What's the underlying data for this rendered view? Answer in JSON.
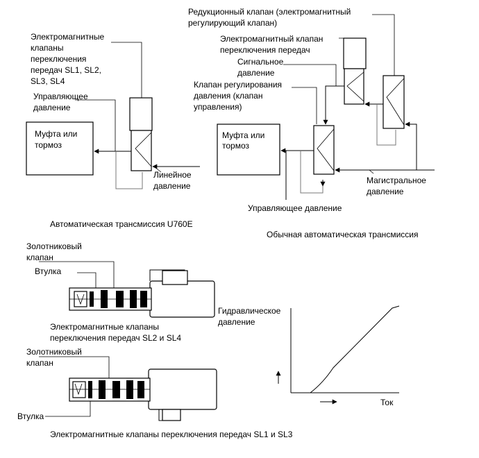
{
  "u760e": {
    "solenoid_label": [
      "Электромагнитные",
      "клапаны",
      "переключения",
      "передач SL1, SL2,",
      "SL3, SL4"
    ],
    "pilot_label": [
      "Управляющее",
      "давление"
    ],
    "clutch_label": [
      "Муфта или",
      "тормоз"
    ],
    "line_label": [
      "Линейное",
      "давление"
    ],
    "caption": "Автоматическая трансмиссия U760E"
  },
  "conventional": {
    "reducing_label": [
      "Редукционный клапан (электромагнитный",
      "регулирующий клапан)"
    ],
    "shift_solenoid_label": [
      "Электромагнитный клапан",
      "переключения передач"
    ],
    "signal_label": [
      "Сигнальное",
      "давление"
    ],
    "control_valve_label": [
      "Клапан регулирования",
      "давления (клапан",
      "управления)"
    ],
    "clutch_label": [
      "Муфта или",
      "тормоз"
    ],
    "main_label": [
      "Магистральное",
      "давление"
    ],
    "pilot_label": "Управляющее давление",
    "caption": "Обычная автоматическая трансмиссия"
  },
  "sl24": {
    "spool_label": [
      "Золотниковый",
      "клапан"
    ],
    "sleeve_label": "Втулка",
    "caption": [
      "Электромагнитные клапаны",
      "переключения передач SL2 и SL4"
    ]
  },
  "sl13": {
    "spool_label": [
      "Золотниковый",
      "клапан"
    ],
    "sleeve_label": "Втулка",
    "caption": "Электромагнитные клапаны переключения передач SL1 и SL3"
  },
  "graph": {
    "ylabel": [
      "Гидравлическое",
      "давление"
    ],
    "xlabel": "Ток"
  }
}
